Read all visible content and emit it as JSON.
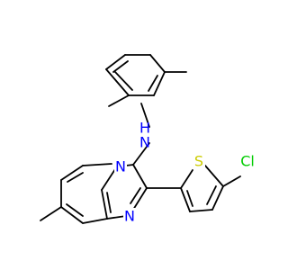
{
  "molecule": {
    "atoms": [
      {
        "id": "N_amine_H",
        "label": "H",
        "color": "#0000ff"
      },
      {
        "id": "N_amine",
        "label": "N",
        "color": "#0000ff"
      },
      {
        "id": "N_bridge",
        "label": "N",
        "color": "#0000ff"
      },
      {
        "id": "N_imine",
        "label": "N",
        "color": "#0000ff"
      },
      {
        "id": "S",
        "label": "S",
        "color": "#cccc00"
      },
      {
        "id": "Cl",
        "label": "Cl",
        "color": "#00cc00"
      }
    ],
    "bond_color": "#000000"
  }
}
